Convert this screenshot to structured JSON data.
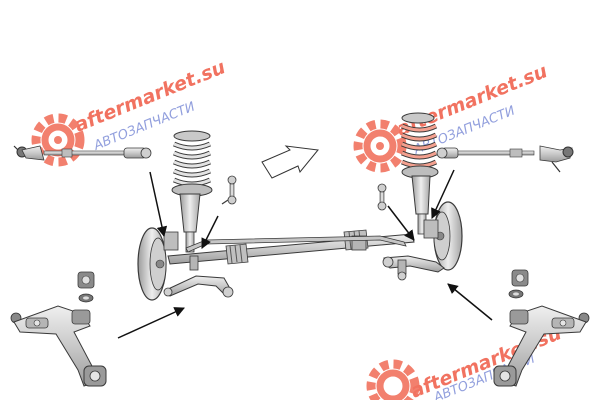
{
  "watermarks": [
    {
      "brand": "aftermarket.su",
      "tagline": "АВТОЗАПЧАСТИ"
    },
    {
      "brand": "aftermarket.su",
      "tagline": "АВТОЗАПЧАСТИ"
    },
    {
      "brand": "aftermarket.su",
      "tagline": "АВТОЗАПЧАСТИ"
    }
  ],
  "colors": {
    "watermark_gear": "#f06a55",
    "watermark_brand": "#ef5a45",
    "watermark_tagline": "#7f8fd8",
    "part_fill": "#d7d7d7",
    "part_shade": "#a9a9a9",
    "part_outline": "#3a3a3a",
    "spring_highlight": "#f3a08f",
    "callout_line": "#111111"
  },
  "icons": {
    "direction_arrow": "forward-arrow-icon",
    "gear": "gear-icon"
  }
}
